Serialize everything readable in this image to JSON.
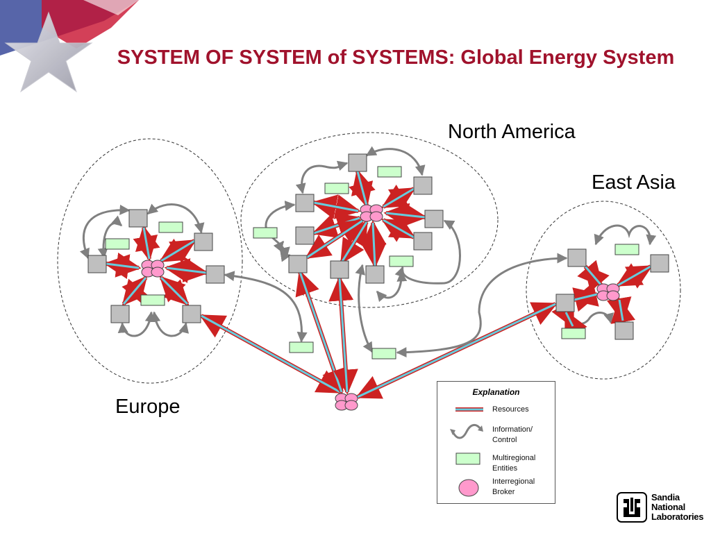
{
  "title": "SYSTEM OF SYSTEM of SYSTEMS: Global Energy System",
  "regions": {
    "north_america": "North America",
    "east_asia": "East Asia",
    "europe": "Europe"
  },
  "legend": {
    "title": "Explanation",
    "items": [
      {
        "icon": "resource-link-icon",
        "label": "Resources"
      },
      {
        "icon": "information-control-arrow-icon",
        "label": "Information/ Control"
      },
      {
        "icon": "multiregional-entity-icon",
        "label": "Multiregional Entities"
      },
      {
        "icon": "interregional-broker-icon",
        "label": "Interregional Broker"
      }
    ]
  },
  "logo": {
    "lines": [
      "Sandia",
      "National",
      "Laboratories"
    ]
  },
  "colors": {
    "title": "#a0122c",
    "node_fill": "#bfbfbf",
    "entity_fill": "#ccffcc",
    "broker_fill": "#ff99cc",
    "resource_line": "#66ccdd",
    "resource_edge": "#cc2222",
    "control_arrow": "#808080"
  }
}
